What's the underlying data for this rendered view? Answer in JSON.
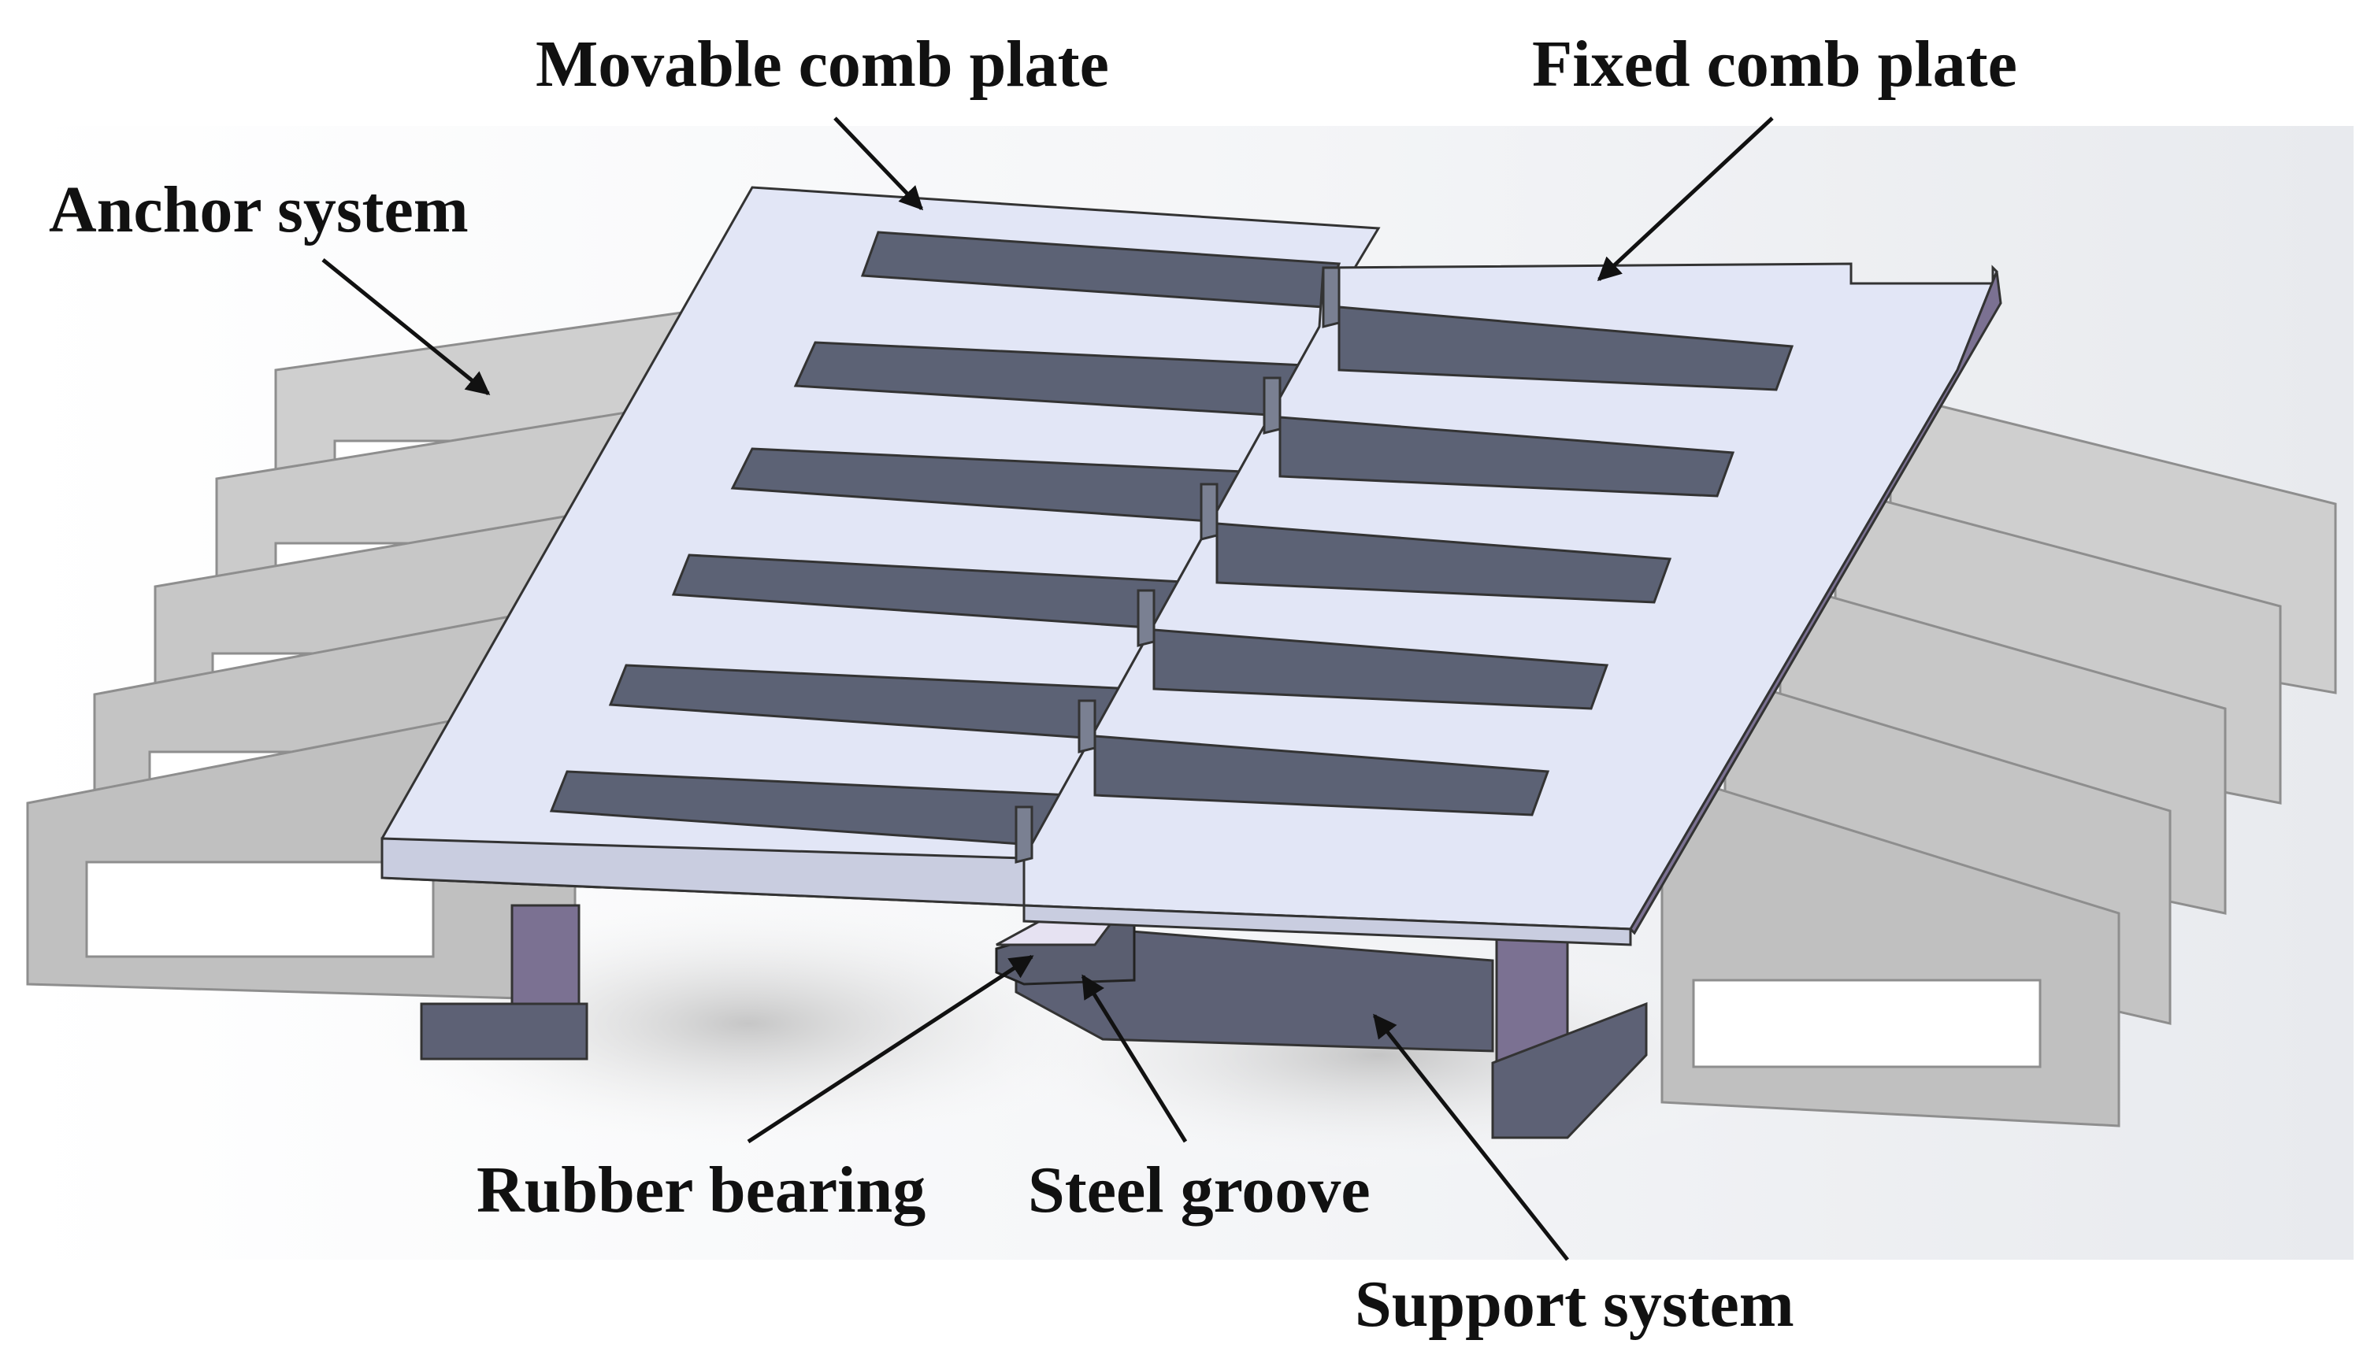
{
  "figure": {
    "labels": {
      "movable_comb_plate": "Movable comb plate",
      "fixed_comb_plate": "Fixed comb plate",
      "anchor_system": "Anchor system",
      "rubber_bearing": "Rubber bearing",
      "steel_groove": "Steel groove",
      "support_system": "Support system"
    },
    "colors": {
      "plate_top": "#e2e6f6",
      "slot": "#5c6275",
      "slot_light": "#7a8092",
      "anchor_plate": "#c4c4c4",
      "anchor_edge": "#a6a6a6",
      "support_face": "#5d6175",
      "side_face": "#7b7192",
      "bearing": "#e6e2f2",
      "shadow": "#d2d2d2",
      "background_shade": "#eef0f3"
    }
  }
}
